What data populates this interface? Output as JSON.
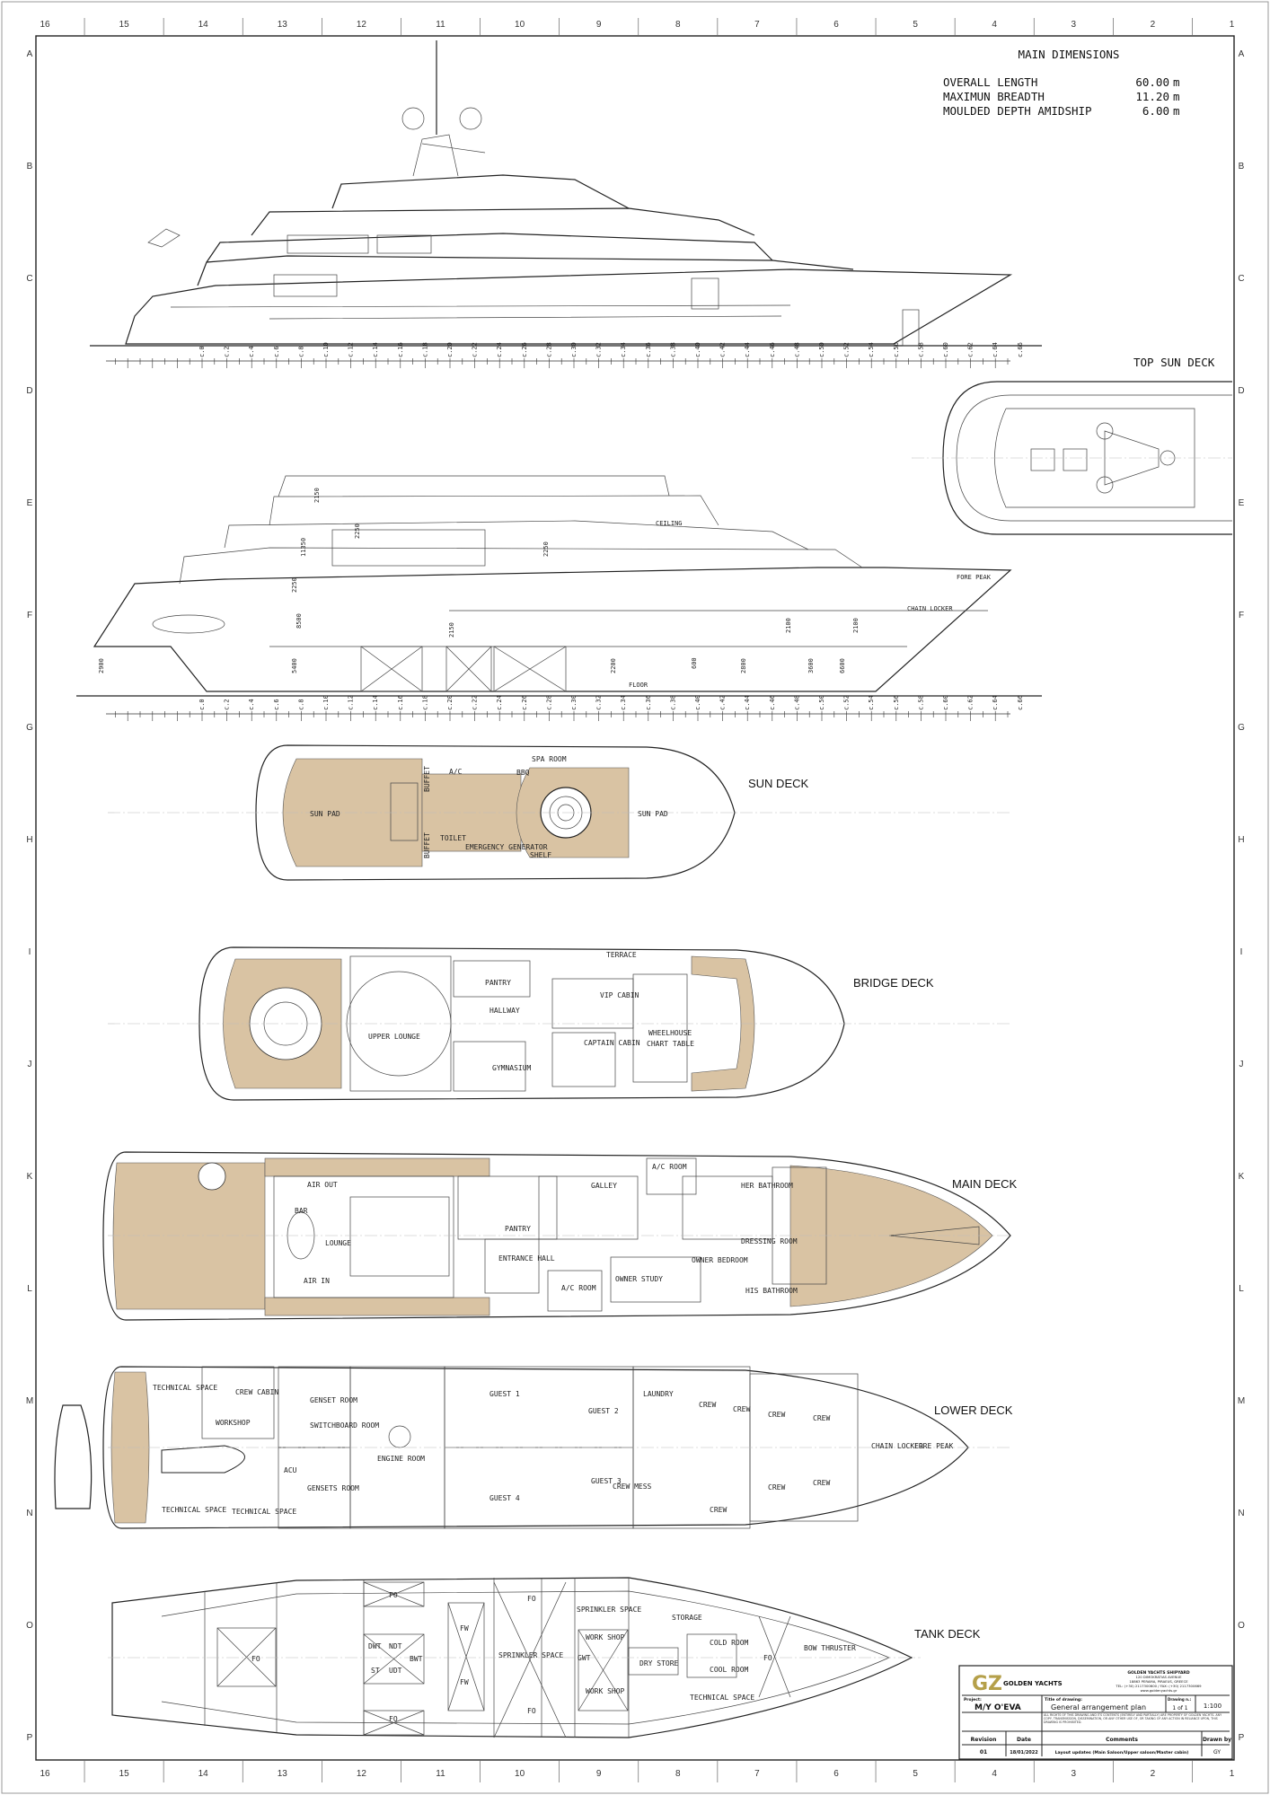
{
  "grid": {
    "columns": [
      "16",
      "15",
      "14",
      "13",
      "12",
      "11",
      "10",
      "9",
      "8",
      "7",
      "6",
      "5",
      "4",
      "3",
      "2",
      "1"
    ],
    "rows": [
      "A",
      "B",
      "C",
      "D",
      "E",
      "F",
      "G",
      "H",
      "I",
      "J",
      "K",
      "L",
      "M",
      "N",
      "O",
      "P"
    ]
  },
  "main_dimensions": {
    "title": "MAIN DIMENSIONS",
    "rows": [
      {
        "label": "OVERALL LENGTH",
        "value": "60.00",
        "unit": "m"
      },
      {
        "label": "MAXIMUN BREADTH",
        "value": "11.20",
        "unit": "m"
      },
      {
        "label": "MOULDED DEPTH AMIDSHIP",
        "value": "6.00",
        "unit": "m"
      }
    ]
  },
  "frame_ruler": [
    "c.0",
    "c.2",
    "c.4",
    "c.6",
    "c.8",
    "c.10",
    "c.12",
    "c.14",
    "c.16",
    "c.18",
    "c.20",
    "c.22",
    "c.24",
    "c.26",
    "c.28",
    "c.30",
    "c.32",
    "c.34",
    "c.36",
    "c.38",
    "c.40",
    "c.42",
    "c.44",
    "c.46",
    "c.48",
    "c.50",
    "c.52",
    "c.54",
    "c.56",
    "c.58",
    "c.60",
    "c.62",
    "c.64",
    "c.66"
  ],
  "section_dims": [
    "2150",
    "11350",
    "2250",
    "8500",
    "2250",
    "5400",
    "2900",
    "2150",
    "2200",
    "600",
    "2800",
    "3600",
    "2100",
    "6600",
    "2250",
    "2100"
  ],
  "section_labels": [
    "CEILING",
    "FLOOR",
    "CHAIN LOCKER",
    "FORE PEAK"
  ],
  "decks": {
    "top_sun": {
      "title": "TOP SUN DECK"
    },
    "sun": {
      "title": "SUN DECK",
      "rooms": [
        "SUN PAD",
        "BUFFET",
        "BUFFET",
        "A/C",
        "SPA ROOM",
        "BBQ",
        "TOILET",
        "EMERGENCY GENERATOR",
        "SHELF",
        "SUN PAD"
      ]
    },
    "bridge": {
      "title": "BRIDGE DECK",
      "rooms": [
        "UPPER LOUNGE",
        "PANTRY",
        "HALLWAY",
        "VIP CABIN",
        "WHEELHOUSE",
        "CAPTAIN CABIN",
        "CHART TABLE",
        "GYMNASIUM",
        "TERRACE"
      ]
    },
    "main": {
      "title": "MAIN DECK",
      "rooms": [
        "AIR OUT",
        "BAR",
        "LOUNGE",
        "AIR IN",
        "PANTRY",
        "GALLEY",
        "A/C ROOM",
        "ENTRANCE HALL",
        "A/C ROOM",
        "OWNER STUDY",
        "OWNER BEDROOM",
        "HER BATHROOM",
        "DRESSING ROOM",
        "HIS BATHROOM"
      ]
    },
    "lower": {
      "title": "LOWER DECK",
      "rooms": [
        "TECHNICAL SPACE",
        "CREW CABIN",
        "WORKSHOP",
        "GENSET ROOM",
        "SWITCHBOARD ROOM",
        "ACU",
        "GENSETS ROOM",
        "ENGINE ROOM",
        "TECHNICAL SPACE",
        "TECHNICAL SPACE",
        "GUEST 1",
        "GUEST 2",
        "GUEST 3",
        "GUEST 4",
        "LAUNDRY",
        "CREW MESS",
        "CREW",
        "CREW",
        "CREW",
        "CREW",
        "CREW",
        "CREW",
        "CREW",
        "CHAIN LOCKER",
        "FORE PEAK"
      ]
    },
    "tank": {
      "title": "TANK DECK",
      "rooms": [
        "FO",
        "FO",
        "FO",
        "DWT",
        "NDT",
        "ST",
        "UDT",
        "BWT",
        "FW",
        "FW",
        "FO",
        "SPRINKLER SPACE",
        "FO",
        "SPRINKLER SPACE",
        "WORK SHOP",
        "GWT",
        "WORK SHOP",
        "STORAGE",
        "COLD ROOM",
        "COOL ROOM",
        "DRY STORE",
        "TECHNICAL SPACE",
        "FO",
        "BOW THRUSTER"
      ]
    }
  },
  "title_block": {
    "logo_text": "GOLDEN YACHTS",
    "shipyard": "GOLDEN YACHTS SHIPYARD",
    "address1": "120 DIMOKRATIAS AVENUE",
    "address2": "18863 PERAMA, PIRAEUS, GREECE",
    "phone": "TEL: (+30) 2117300600  /  FAX: (+30) 2117300669",
    "web": "www.goldenyachts.gr",
    "project_label": "Project:",
    "project": "M/Y O'EVA",
    "title_label": "Title of drawing:",
    "title": "General arrangement plan",
    "drawing_label": "Drawing n.:",
    "drawing_no": "1 of 1",
    "scale": "1:100",
    "rights_text": "ALL RIGHTS OF THIS DRAWING AND ITS CONTENTS (ENTIRELY AND PARTIALLY) ARE PROPERTY OF GOLDEN YACHTS. ANY COPY, TRANSMISSION, DISSEMINATION, OR ANY OTHER USE OF, OR TAKING OF ANY ACTION IN RELIANCE UPON, THIS DRAWING IS PROHIBITED.",
    "headers": [
      "Revision",
      "Date",
      "Comments",
      "Drawn by"
    ],
    "revision": "01",
    "date": "18/01/2022",
    "comments": "Layout updates (Main Saloon/Upper saloon/Master cabin)",
    "drawn_by": "GY"
  },
  "colors": {
    "deck_tan": "#d9c3a3",
    "logo_gold": "#b5a04a",
    "project_red": "#b0623a"
  }
}
